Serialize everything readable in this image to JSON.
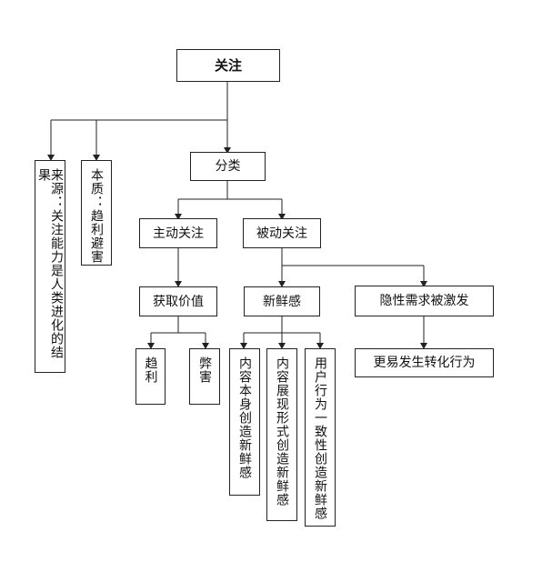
{
  "diagram": {
    "root": "关注",
    "source": "来源：关注能力是人类进化的结果",
    "essence": "本质：趋利避害",
    "classification": "分类",
    "active": {
      "label": "主动关注",
      "child": "获取价值",
      "leaves": [
        "趋利",
        "弊害"
      ]
    },
    "passive": {
      "label": "被动关注",
      "novelty": "新鲜感",
      "novelty_leaves": [
        "内容本身创造新鲜感",
        "内容展现形式创造新鲜感",
        "用户行为一致性创造新鲜感"
      ],
      "hidden_need": "隐性需求被激发",
      "behavior": "更易发生转化行为"
    }
  }
}
